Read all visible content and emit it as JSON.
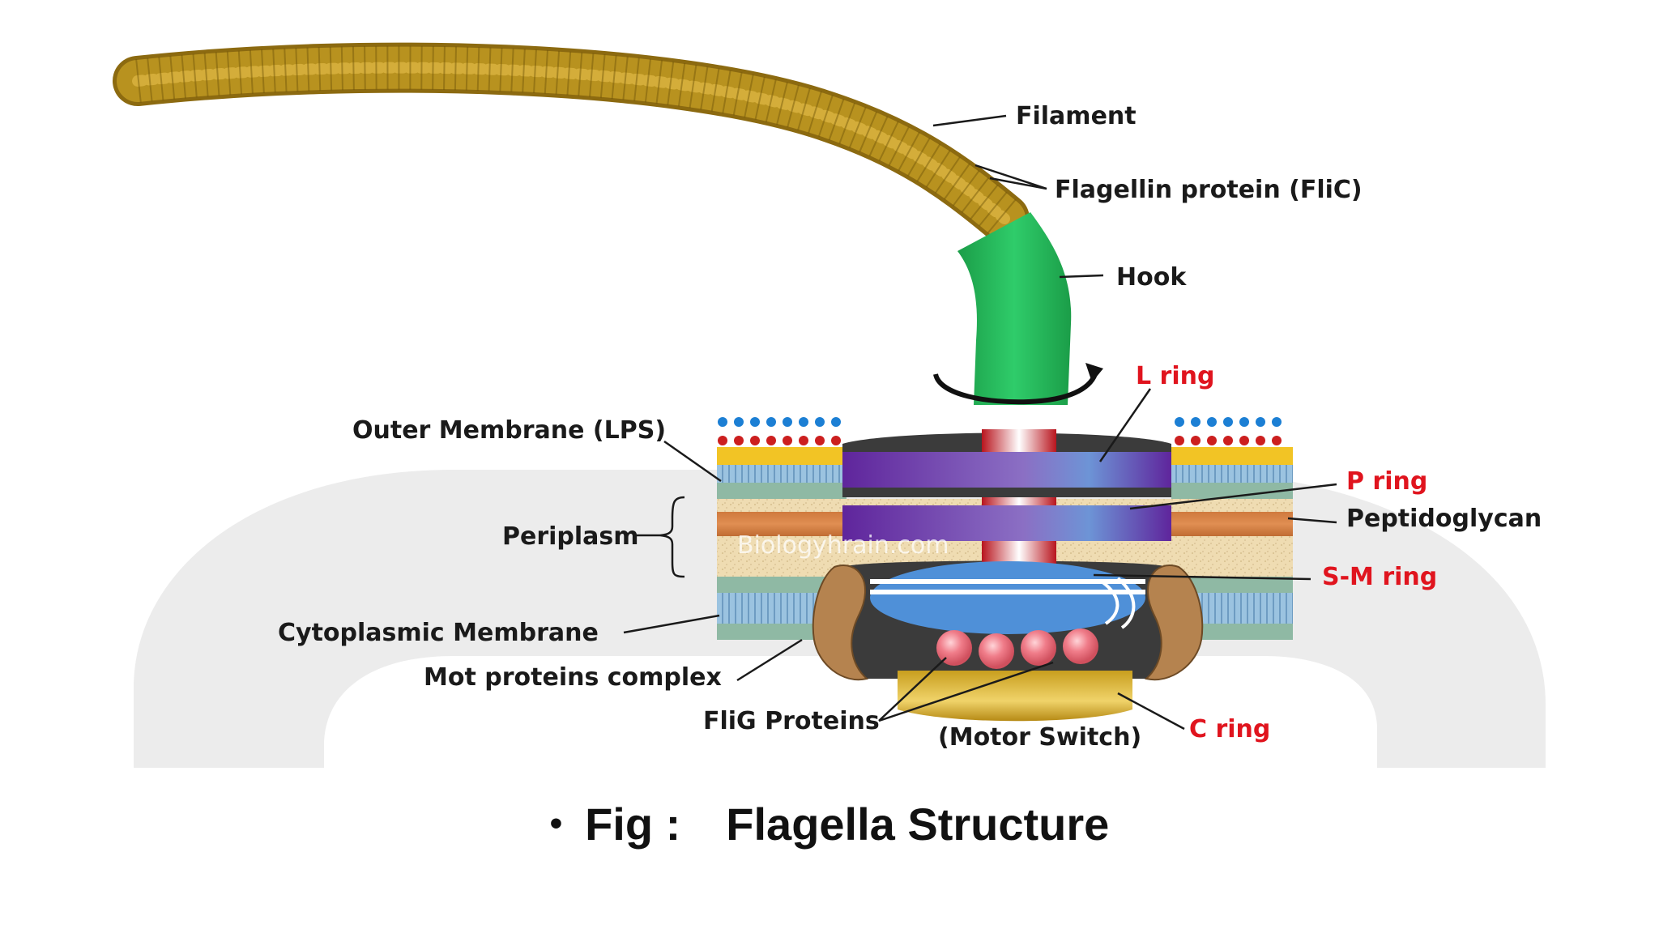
{
  "diagram": {
    "labels": {
      "filament": "Filament",
      "flagellin": "Flagellin protein (FliC)",
      "hook": "Hook",
      "l_ring": "L ring",
      "outer_membrane": "Outer Membrane (LPS)",
      "p_ring": "P ring",
      "peptidoglycan": "Peptidoglycan",
      "periplasm": "Periplasm",
      "sm_ring": "S-M ring",
      "cytoplasmic_membrane": "Cytoplasmic Membrane",
      "mot_proteins": "Mot proteins complex",
      "flig_proteins": "FliG Proteins",
      "motor_switch": "(Motor Switch)",
      "c_ring": "C ring"
    },
    "watermark": "Biologyhrain.com",
    "colors": {
      "filament": "#a8841c",
      "hook": "#22b55a",
      "rings": "#6a2fa6",
      "sm_ring": "#4f90d8",
      "c_ring": "#d4aa28",
      "mot": "#b5834f",
      "highlight_label": "#e0141e"
    }
  },
  "caption": {
    "bullet": "•",
    "prefix": "Fig :",
    "title": "Flagella Structure"
  }
}
